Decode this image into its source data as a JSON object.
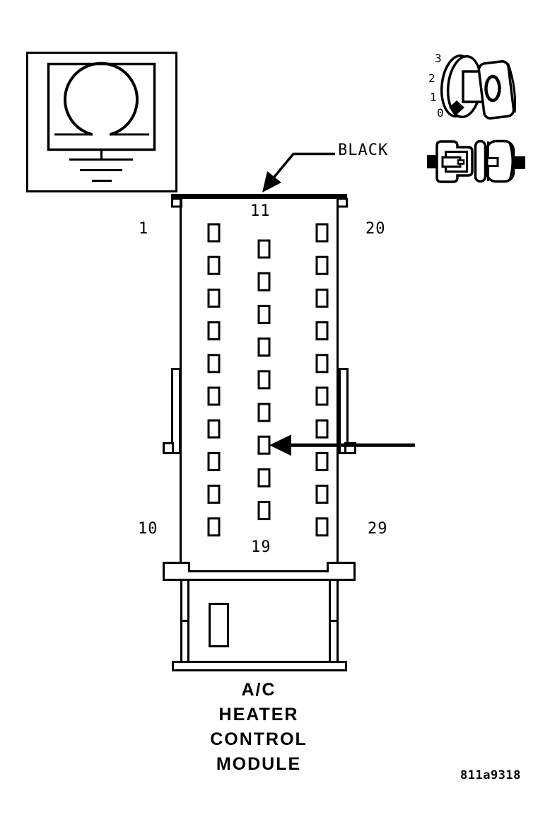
{
  "diagram": {
    "figure_code": "811a9318",
    "component_label": {
      "lines": [
        "A/C",
        "HEATER",
        "CONTROL",
        "MODULE"
      ]
    },
    "connector": {
      "color_label": "BLACK",
      "corner_pin_labels": {
        "top_left": "1",
        "top_center": "11",
        "top_right": "20",
        "bottom_left": "10",
        "bottom_center": "19",
        "bottom_right": "29"
      },
      "pin_columns": [
        {
          "name": "left",
          "first_pin": 1,
          "last_pin": 10,
          "count": 10
        },
        {
          "name": "center",
          "first_pin": 11,
          "last_pin": 19,
          "count": 9
        },
        {
          "name": "right",
          "first_pin": 20,
          "last_pin": 29,
          "count": 10
        }
      ],
      "total_pins": 29,
      "highlighted_pin": 17
    },
    "index_dial": {
      "position_labels": [
        "3",
        "2",
        "1",
        "0"
      ]
    },
    "colors": {
      "ink": "#000000",
      "paper": "#ffffff"
    }
  }
}
